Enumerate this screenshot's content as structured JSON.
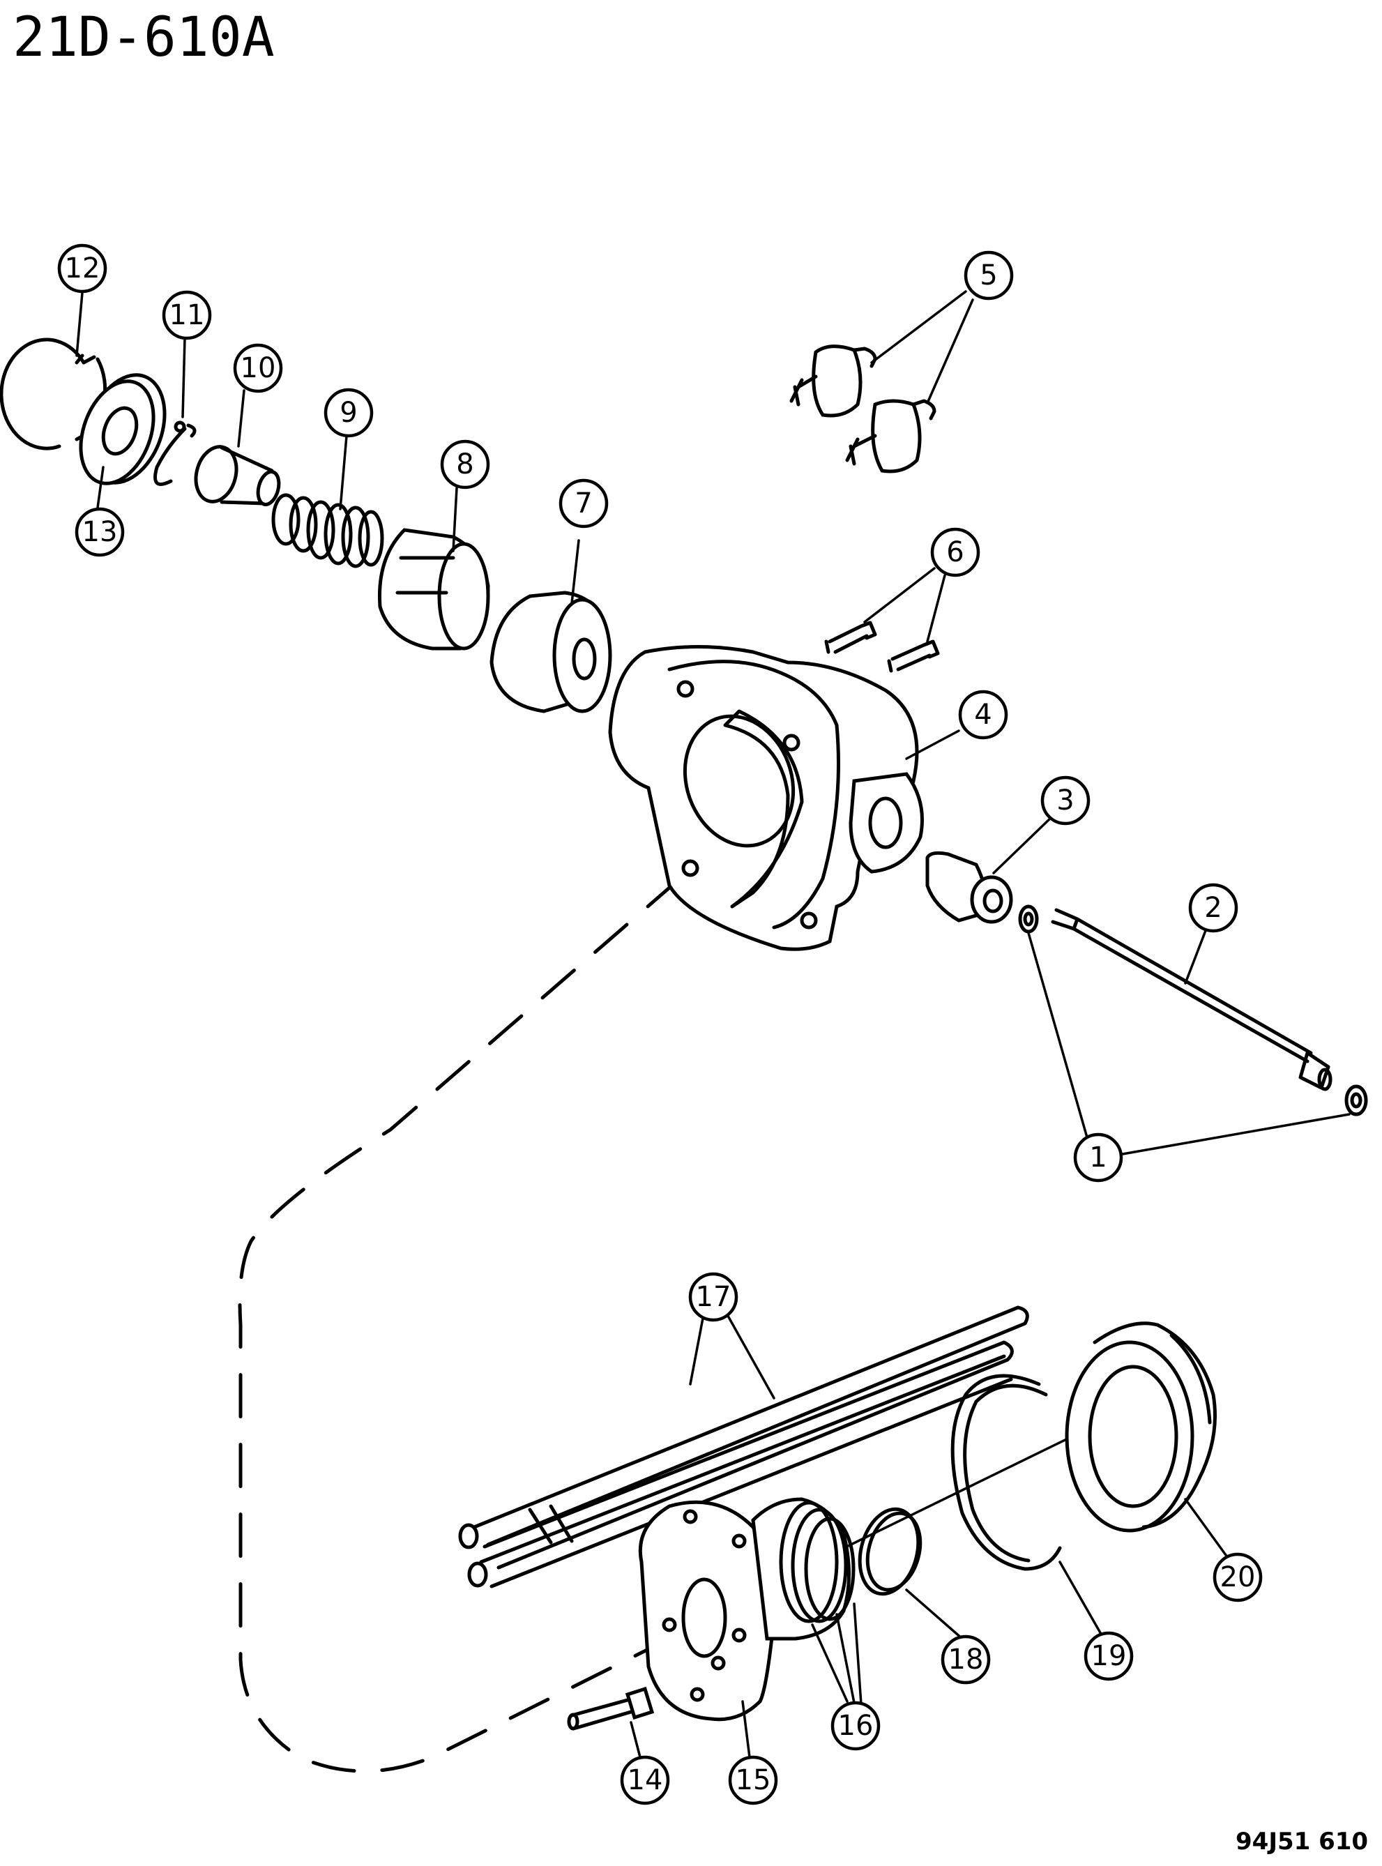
{
  "diagram": {
    "title": "21D-610A",
    "drawing_code": "94J51 610",
    "callouts": [
      {
        "id": "c1",
        "label": "1"
      },
      {
        "id": "c2",
        "label": "2"
      },
      {
        "id": "c3",
        "label": "3"
      },
      {
        "id": "c4",
        "label": "4"
      },
      {
        "id": "c5",
        "label": "5"
      },
      {
        "id": "c6",
        "label": "6"
      },
      {
        "id": "c7",
        "label": "7"
      },
      {
        "id": "c8",
        "label": "8"
      },
      {
        "id": "c9",
        "label": "9"
      },
      {
        "id": "c10",
        "label": "10"
      },
      {
        "id": "c11",
        "label": "11"
      },
      {
        "id": "c12",
        "label": "12"
      },
      {
        "id": "c13",
        "label": "13"
      },
      {
        "id": "c14",
        "label": "14"
      },
      {
        "id": "c15",
        "label": "15"
      },
      {
        "id": "c16",
        "label": "16"
      },
      {
        "id": "c17",
        "label": "17"
      },
      {
        "id": "c18",
        "label": "18"
      },
      {
        "id": "c19",
        "label": "19"
      },
      {
        "id": "c20",
        "label": "20"
      }
    ]
  }
}
